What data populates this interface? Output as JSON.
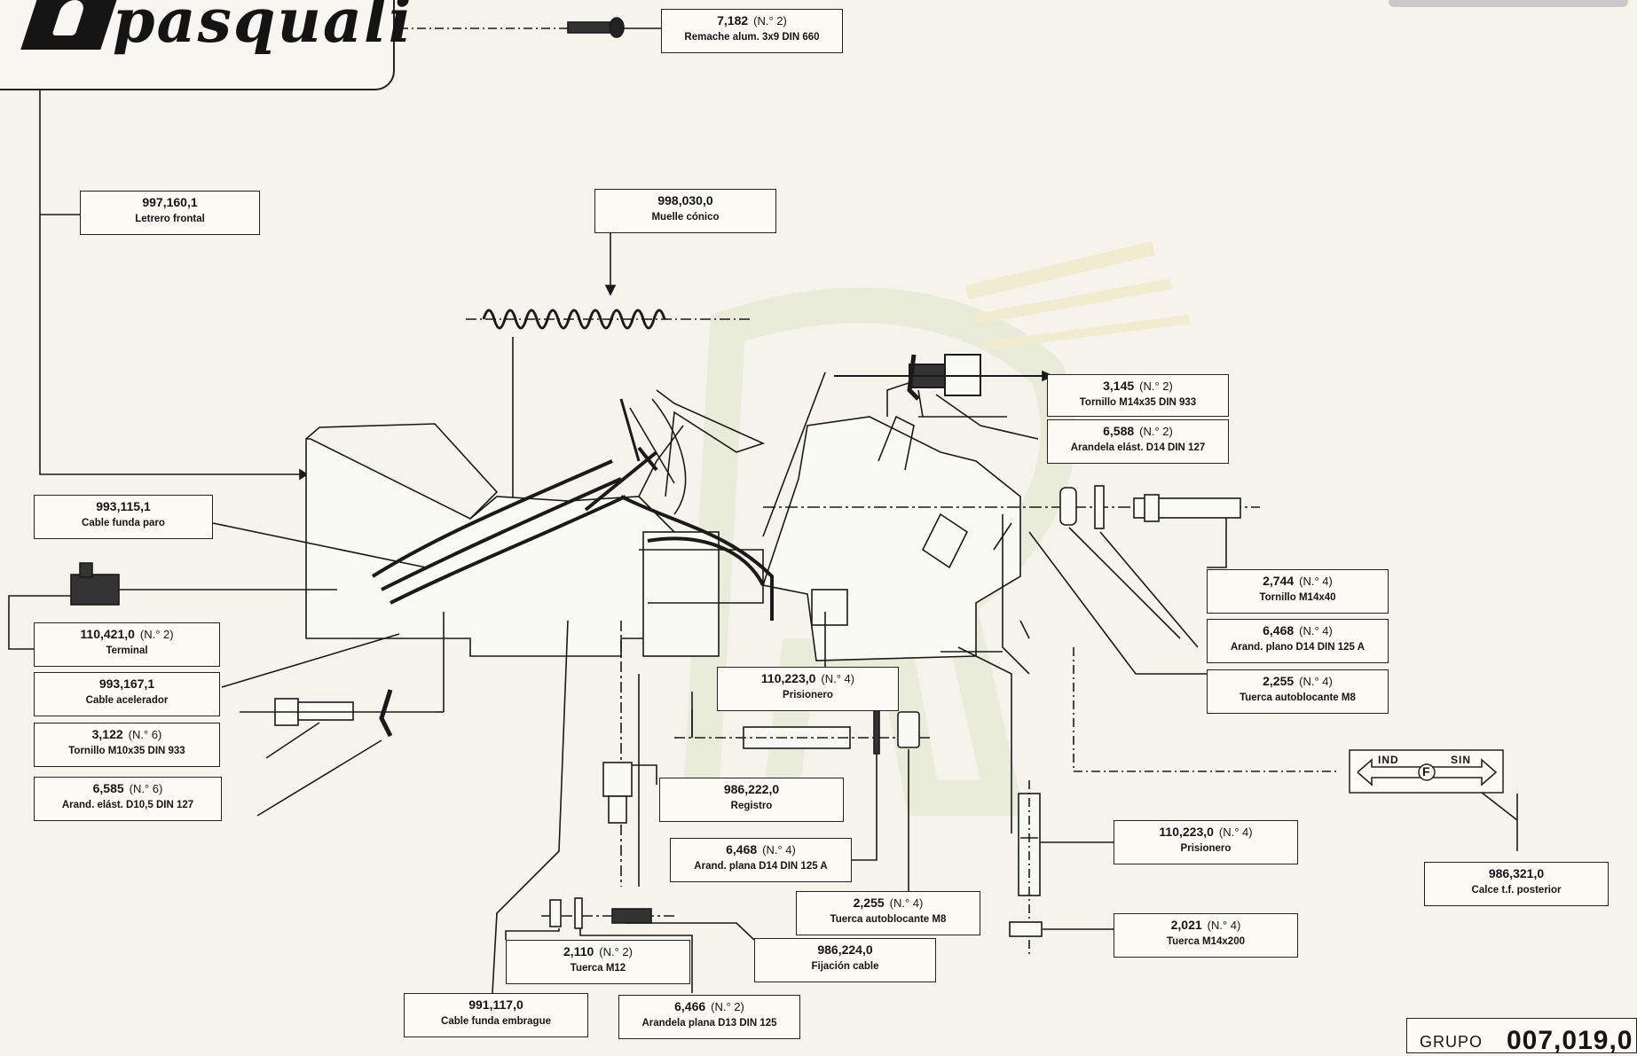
{
  "logo": {
    "text": "pasquali"
  },
  "parts": [
    {
      "id": "p7182",
      "number": "7,182",
      "qty": "(N.° 2)",
      "desc": "Remache alum. 3x9 DIN 660"
    },
    {
      "id": "p997160",
      "number": "997,160,1",
      "qty": "",
      "desc": "Letrero frontal"
    },
    {
      "id": "p998030",
      "number": "998,030,0",
      "qty": "",
      "desc": "Muelle cónico"
    },
    {
      "id": "p3145",
      "number": "3,145",
      "qty": "(N.° 2)",
      "desc": "Tornillo M14x35 DIN 933"
    },
    {
      "id": "p6588",
      "number": "6,588",
      "qty": "(N.° 2)",
      "desc": "Arandela elást. D14 DIN 127"
    },
    {
      "id": "p993115",
      "number": "993,115,1",
      "qty": "",
      "desc": "Cable funda paro"
    },
    {
      "id": "p110421",
      "number": "110,421,0",
      "qty": "(N.° 2)",
      "desc": "Terminal"
    },
    {
      "id": "p993167",
      "number": "993,167,1",
      "qty": "",
      "desc": "Cable acelerador"
    },
    {
      "id": "p3122",
      "number": "3,122",
      "qty": "(N.° 6)",
      "desc": "Tornillo M10x35 DIN 933"
    },
    {
      "id": "p6585",
      "number": "6,585",
      "qty": "(N.° 6)",
      "desc": "Arand. elást. D10,5 DIN 127"
    },
    {
      "id": "p2744",
      "number": "2,744",
      "qty": "(N.° 4)",
      "desc": "Tornillo M14x40"
    },
    {
      "id": "p6468a",
      "number": "6,468",
      "qty": "(N.° 4)",
      "desc": "Arand. plano D14 DIN 125 A"
    },
    {
      "id": "p2255a",
      "number": "2,255",
      "qty": "(N.° 4)",
      "desc": "Tuerca autoblocante M8"
    },
    {
      "id": "p110223a",
      "number": "110,223,0",
      "qty": "(N.° 4)",
      "desc": "Prisionero"
    },
    {
      "id": "p986222",
      "number": "986,222,0",
      "qty": "",
      "desc": "Registro"
    },
    {
      "id": "p6468b",
      "number": "6,468",
      "qty": "(N.° 4)",
      "desc": "Arand. plana D14 DIN 125 A"
    },
    {
      "id": "p2255b",
      "number": "2,255",
      "qty": "(N.° 4)",
      "desc": "Tuerca autoblocante M8"
    },
    {
      "id": "p110223b",
      "number": "110,223,0",
      "qty": "(N.° 4)",
      "desc": "Prisionero"
    },
    {
      "id": "p986321",
      "number": "986,321,0",
      "qty": "",
      "desc": "Calce t.f. posterior"
    },
    {
      "id": "p2021",
      "number": "2,021",
      "qty": "(N.° 4)",
      "desc": "Tuerca M14x200"
    },
    {
      "id": "p2110",
      "number": "2,110",
      "qty": "(N.° 2)",
      "desc": "Tuerca M12"
    },
    {
      "id": "p986224",
      "number": "986,224,0",
      "qty": "",
      "desc": "Fijación cable"
    },
    {
      "id": "p991117",
      "number": "991,117,0",
      "qty": "",
      "desc": "Cable funda embrague"
    },
    {
      "id": "p6466",
      "number": "6,466",
      "qty": "(N.° 2)",
      "desc": "Arandela plana D13 DIN 125"
    }
  ],
  "calce_symbol": {
    "left_label": "IND",
    "right_label": "SIN",
    "center_label": "F"
  },
  "grupo": {
    "label": "GRUPO",
    "number": "007,019,0"
  },
  "colors": {
    "ink": "#151515",
    "paper": "#f5f3ec",
    "watermark": "#dfe6c8"
  }
}
